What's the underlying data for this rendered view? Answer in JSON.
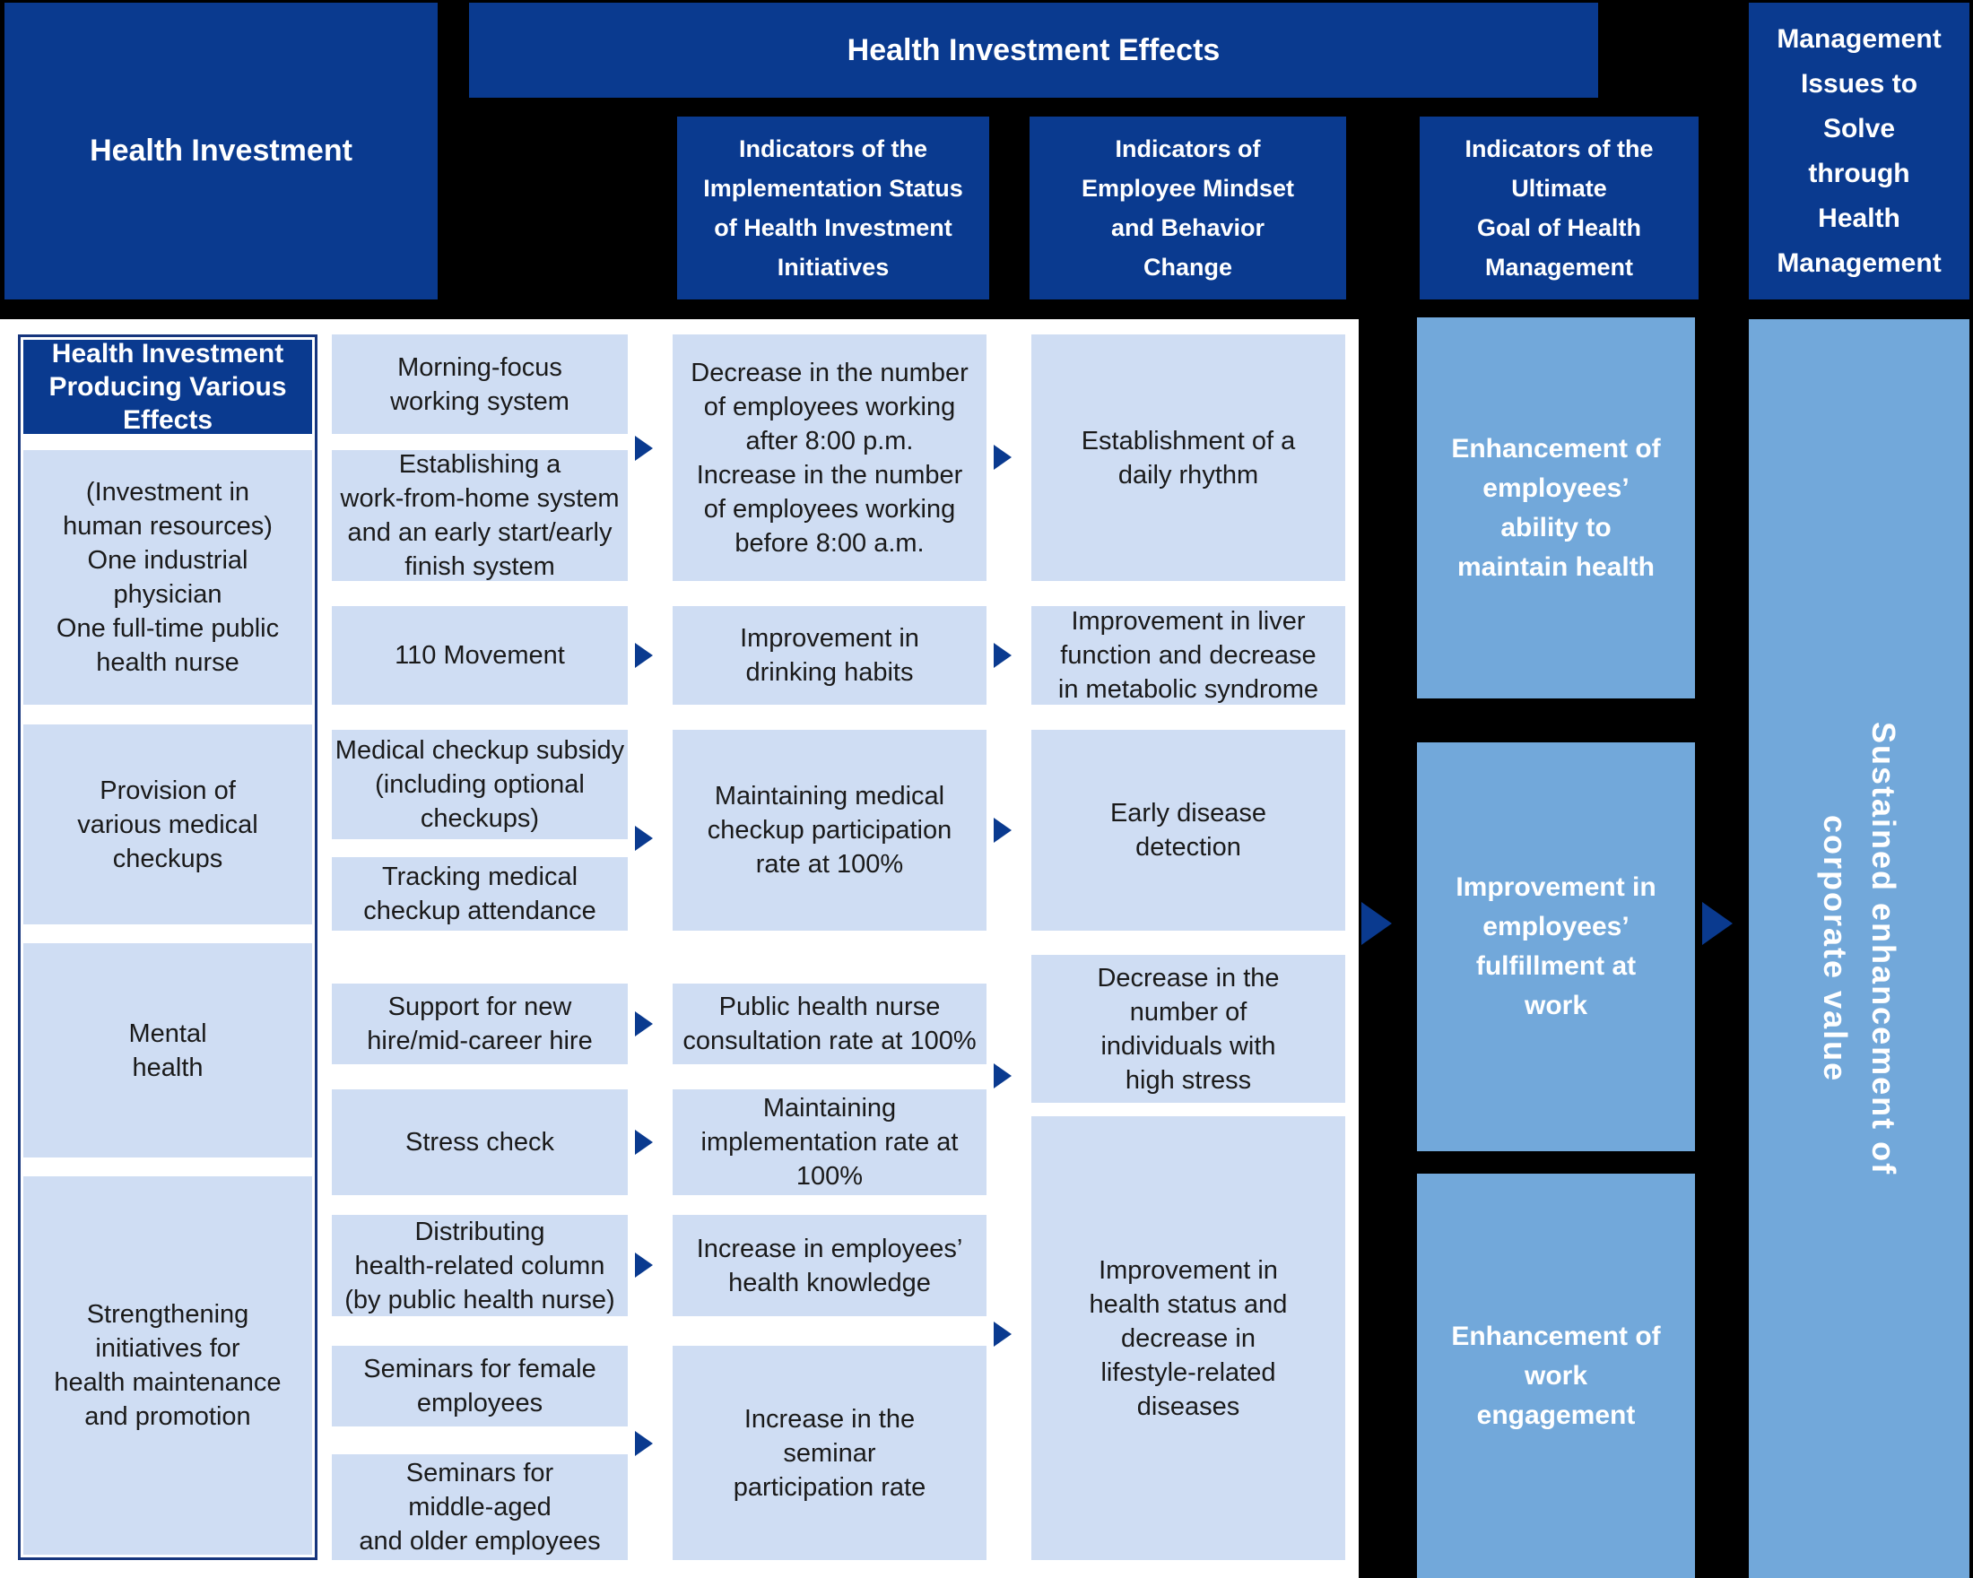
{
  "colors": {
    "navy": "#0a3a8f",
    "light_blue": "#cfddf3",
    "medium_blue": "#72a8da",
    "background": "#000000",
    "panel_white": "#ffffff",
    "text_dark": "#1a1a1a"
  },
  "header": {
    "health_investment": "Health Investment",
    "effects_banner": "Health Investment Effects",
    "indicator_columns": [
      {
        "label": "Indicators of the\nImplementation Status\nof Health Investment\nInitiatives"
      },
      {
        "label": "Indicators of\nEmployee Mindset\nand Behavior\nChange"
      },
      {
        "label": "Indicators of the\nUltimate\nGoal of Health\nManagement"
      }
    ],
    "management_issues": "Management\nIssues to\nSolve\nthrough\nHealth\nManagement"
  },
  "investment_column": {
    "header": "Health Investment\nProducing Various\nEffects",
    "items": [
      {
        "text": "(Investment in\nhuman resources)\nOne industrial\nphysician\nOne full-time public\nhealth nurse"
      },
      {
        "text": "Provision of\nvarious medical\ncheckups"
      },
      {
        "text": "Mental\nhealth"
      },
      {
        "text": "Strengthening\ninitiatives for\nhealth maintenance\nand promotion"
      }
    ]
  },
  "initiatives": [
    {
      "text": "Morning-focus\nworking system"
    },
    {
      "text": "Establishing a\nwork-from-home system\nand an early start/early\nfinish system"
    },
    {
      "text": "110 Movement"
    },
    {
      "text": "Medical checkup subsidy\n(including optional\ncheckups)"
    },
    {
      "text": "Tracking medical\ncheckup attendance"
    },
    {
      "text": "Support for new\nhire/mid-career hire"
    },
    {
      "text": "Stress check"
    },
    {
      "text": "Distributing\nhealth-related column\n(by public health nurse)"
    },
    {
      "text": "Seminars for female\nemployees"
    },
    {
      "text": "Seminars for\nmiddle-aged\nand older employees"
    }
  ],
  "implementation_indicators": [
    {
      "text": "Decrease in the number\nof employees working\nafter 8:00 p.m.\nIncrease in the number\nof employees working\nbefore 8:00 a.m."
    },
    {
      "text": "Improvement in\ndrinking habits"
    },
    {
      "text": "Maintaining medical\ncheckup participation\nrate at 100%"
    },
    {
      "text": "Public health nurse\nconsultation rate at 100%"
    },
    {
      "text": "Maintaining\nimplementation rate at\n100%"
    },
    {
      "text": "Increase in employees’\nhealth knowledge"
    },
    {
      "text": "Increase in the\nseminar\nparticipation rate"
    }
  ],
  "mindset_indicators": [
    {
      "text": "Establishment of a\ndaily rhythm"
    },
    {
      "text": "Improvement in liver\nfunction and decrease\nin metabolic syndrome"
    },
    {
      "text": "Early disease\ndetection"
    },
    {
      "text": "Decrease in the\nnumber of\nindividuals with\nhigh stress"
    },
    {
      "text": "Improvement in\nhealth status and\ndecrease in\nlifestyle-related\ndiseases"
    }
  ],
  "goal_indicators": [
    {
      "text": "Enhancement of\nemployees’\nability to\nmaintain health"
    },
    {
      "text": "Improvement in\nemployees’\nfulfillment at\nwork"
    },
    {
      "text": "Enhancement of\nwork\nengagement"
    }
  ],
  "outcome": "Sustained enhancement of\ncorporate value"
}
